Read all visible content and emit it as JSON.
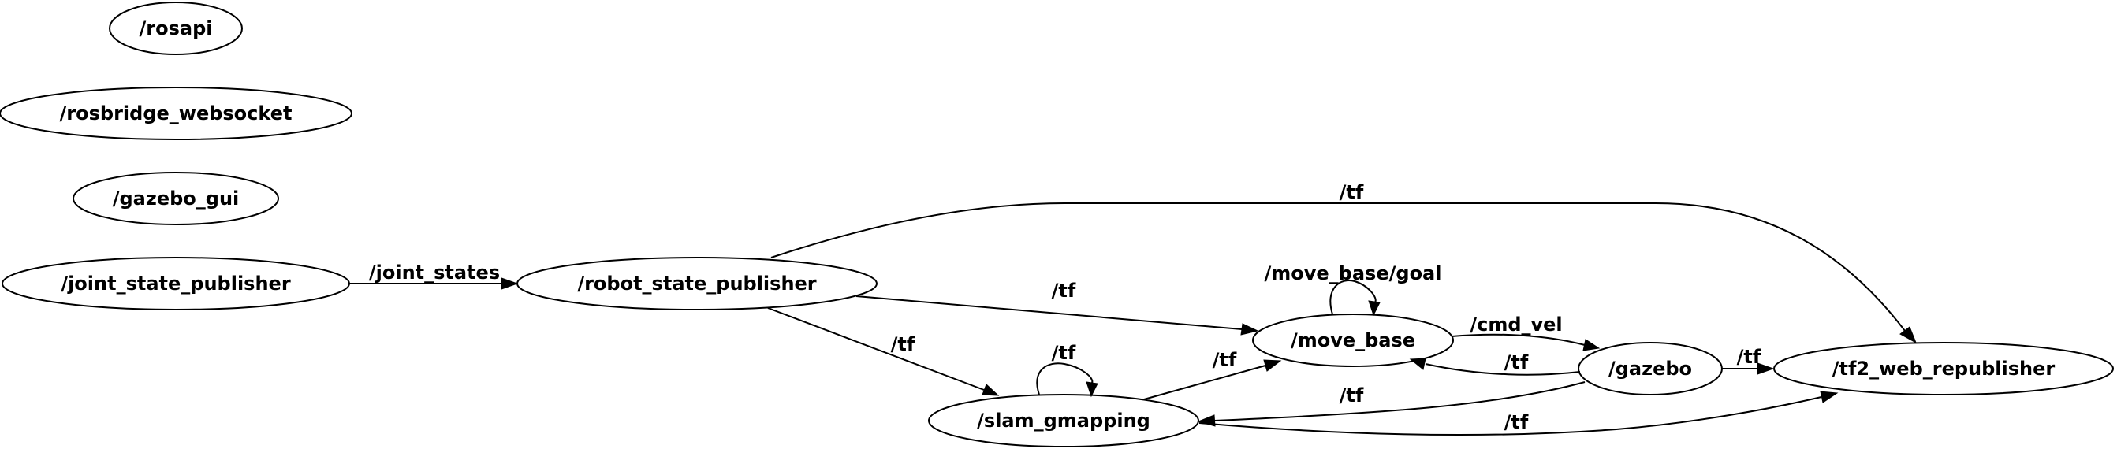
{
  "graph": {
    "nodes": {
      "rosapi": "/rosapi",
      "rosbridge_websocket": "/rosbridge_websocket",
      "gazebo_gui": "/gazebo_gui",
      "joint_state_publisher": "/joint_state_publisher",
      "robot_state_publisher": "/robot_state_publisher",
      "move_base": "/move_base",
      "slam_gmapping": "/slam_gmapping",
      "gazebo": "/gazebo",
      "tf2_web_republisher": "/tf2_web_republisher"
    },
    "edges": [
      {
        "from": "/joint_state_publisher",
        "to": "/robot_state_publisher",
        "label": "/joint_states"
      },
      {
        "from": "/robot_state_publisher",
        "to": "/tf2_web_republisher",
        "label": "/tf"
      },
      {
        "from": "/robot_state_publisher",
        "to": "/move_base",
        "label": "/tf"
      },
      {
        "from": "/robot_state_publisher",
        "to": "/slam_gmapping",
        "label": "/tf"
      },
      {
        "from": "/move_base",
        "to": "/move_base",
        "label": "/move_base/goal"
      },
      {
        "from": "/move_base",
        "to": "/gazebo",
        "label": "/cmd_vel"
      },
      {
        "from": "/gazebo",
        "to": "/move_base",
        "label": "/tf"
      },
      {
        "from": "/gazebo",
        "to": "/tf2_web_republisher",
        "label": "/tf"
      },
      {
        "from": "/slam_gmapping",
        "to": "/slam_gmapping",
        "label": "/tf"
      },
      {
        "from": "/slam_gmapping",
        "to": "/move_base",
        "label": "/tf"
      },
      {
        "from": "/gazebo",
        "to": "/slam_gmapping",
        "label": "/tf"
      },
      {
        "from": "/slam_gmapping",
        "to": "/tf2_web_republisher",
        "label": "/tf"
      }
    ]
  }
}
